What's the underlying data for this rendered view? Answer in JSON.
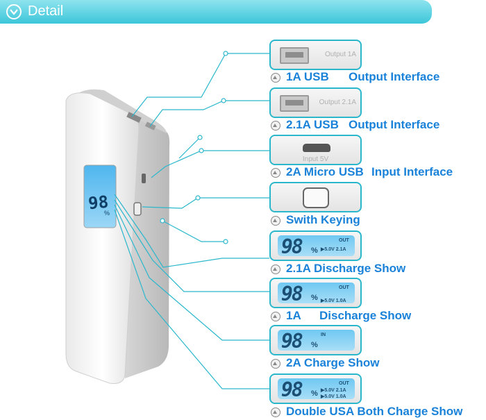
{
  "header": {
    "title": "Detail"
  },
  "panels": [
    {
      "kind": "usb",
      "text": "Output 1A"
    },
    {
      "kind": "usb",
      "text": "Output 2.1A"
    },
    {
      "kind": "micro",
      "text": "Input 5V"
    },
    {
      "kind": "switch",
      "text": ""
    },
    {
      "kind": "lcd",
      "digits": "98",
      "unit": "%",
      "mode": "OUT",
      "lines": [
        "▶5.0V  2.1A"
      ]
    },
    {
      "kind": "lcd",
      "digits": "98",
      "unit": "%",
      "mode": "OUT",
      "lines": [
        "▶5.0V  1.0A"
      ]
    },
    {
      "kind": "lcd",
      "digits": "98",
      "unit": "%",
      "mode": "IN",
      "lines": []
    },
    {
      "kind": "lcd",
      "digits": "98",
      "unit": "%",
      "mode": "OUT",
      "lines": [
        "▶5.0V  2.1A",
        "▶5.0V  1.0A"
      ]
    }
  ],
  "labels": [
    {
      "primary": "1A USB",
      "secondary": "Output Interface"
    },
    {
      "primary": "2.1A USB",
      "secondary": "Output Interface"
    },
    {
      "primary": "2A Micro USB",
      "secondary": "Input Interface"
    },
    {
      "primary": "Swith Keying",
      "secondary": ""
    },
    {
      "primary": "2.1A Discharge Show",
      "secondary": ""
    },
    {
      "primary": "1A",
      "secondary": "Discharge Show"
    },
    {
      "primary": "2A  Charge Show",
      "secondary": ""
    },
    {
      "primary": "Double USA Both Charge Show",
      "secondary": ""
    }
  ],
  "device_lcd": {
    "digits": "98",
    "unit": "%"
  },
  "colors": {
    "accent": "#2ab7cc",
    "label": "#1a82d9",
    "header": "#3cc6d9"
  }
}
